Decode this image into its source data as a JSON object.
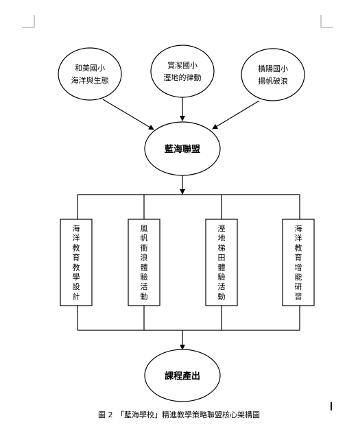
{
  "diagram": {
    "top_schools": [
      {
        "lines": [
          "和美國小",
          "海洋與生態"
        ]
      },
      {
        "lines": [
          "賞潔國小",
          "溼地的律動"
        ]
      },
      {
        "lines": [
          "橫陽國小",
          "揚帆破浪"
        ]
      }
    ],
    "center": "藍海聯盟",
    "activities": [
      {
        "chars": [
          "海",
          "洋",
          "教",
          "育",
          "教",
          "學",
          "設",
          "計"
        ]
      },
      {
        "chars": [
          "風",
          "帆",
          "衝",
          "浪",
          "體",
          "驗",
          "活",
          "動"
        ]
      },
      {
        "chars": [
          "溼",
          "地",
          "梯",
          "田",
          "體",
          "驗",
          "活",
          "動"
        ]
      },
      {
        "chars": [
          "海",
          "洋",
          "教",
          "育",
          "增",
          "能",
          "研",
          "習"
        ]
      }
    ],
    "output": "課程產出"
  },
  "caption": "圖 2　「藍海學校」精進教學策略聯盟核心架構圖"
}
